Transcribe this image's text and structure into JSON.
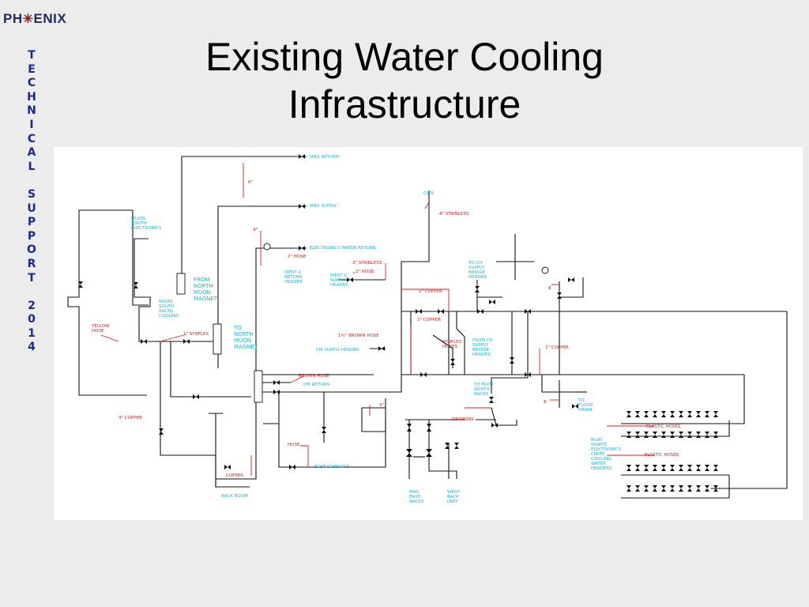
{
  "logo": {
    "left": "PH",
    "right": "ENIX",
    "star": "✳"
  },
  "side_text": [
    "T",
    "E",
    "C",
    "H",
    "N",
    "I",
    "C",
    "A",
    "L",
    " ",
    "S",
    "U",
    "P",
    "P",
    "O",
    "R",
    "T",
    " ",
    "2",
    "0",
    "1",
    "4"
  ],
  "title": {
    "line1": "Existing Water Cooling",
    "line2": "Infrastructure"
  },
  "diagram": {
    "labels_blue": {
      "mag_return": "MAG RETURN",
      "mag_supply": "MAG SUPPLY",
      "electronics_water_return": "ELECTRONICS WATER RETURN",
      "cws": "CWS",
      "muon_south": [
        "MUON",
        "SOUTH",
        "ELECTRONICS"
      ],
      "muon_south_racks": [
        "MUON",
        "SOUTH",
        "RACKS",
        "COOLING"
      ],
      "from_north_muon": [
        "FROM",
        "NORTH",
        "MUON",
        "MAGNET"
      ],
      "to_north_muon": [
        "TO",
        "NORTH",
        "MUON",
        "MAGNET"
      ],
      "west_c_return": [
        "WEST C",
        "RETURN",
        "HEADER"
      ],
      "west_c_supply": [
        "WEST C",
        "SUPPLY",
        "HEADER"
      ],
      "to_ch_supply": [
        "TO CH",
        "SUPPLY",
        "BRIDGE",
        "HEADER"
      ],
      "from_ch_supply": [
        "FROM CH",
        "SUPPLY",
        "BRIDGE",
        "HEADER"
      ],
      "cm_supply_header": "CM SUPPLY HEADER",
      "cm_return": "CM RETURN",
      "to_muid_north": [
        "TO MUID",
        "NORTH",
        "RACKS"
      ],
      "to_floor_drain": [
        "TO",
        "FLOOR",
        "DRAIN"
      ],
      "east_carriage": "EAST CARRIAGE",
      "rack_room": "RACK ROOM",
      "muid_north_text": [
        "MuID",
        "NORTH",
        "ELECTRONICS",
        "CRATE",
        "COOLING",
        "WATER",
        "HEADERS"
      ],
      "magnet_east": [
        "MAG",
        "EAST",
        "RACKS"
      ],
      "west_racks": [
        "WEST",
        "RACK",
        "UNIT"
      ]
    },
    "labels_red": {
      "six_inch": "6\"",
      "four_inch": "4\"",
      "four_stainless": "4\" STAINLESS",
      "three_stainless": "3\" STAINLESS",
      "two_hose": "2\" HOSE",
      "two_hose_b": "2\" HOSE",
      "two_copper": "2\" COPPER",
      "two_copper_b": "2\" COPPER",
      "one_copper": "1\" COPPER",
      "three_copper": "3\" COPPER",
      "yellow_hose": [
        "YELLOW",
        "HOSE"
      ],
      "one_synflex": "1\" SYNFLEX",
      "synflex_hoses": [
        "SYNFLEX",
        "HOSES"
      ],
      "brown_hose": "1½\" BROWN HOSE",
      "brown_hose_b": "BROWN HOSE",
      "hose": "HOSE",
      "copper": "COPPER",
      "draining": "DRAINING",
      "plastic_hoses": "PLASTIC HOSES",
      "plastic_hoses_b": "PLASTIC HOSES",
      "three_inch": "3\"",
      "eight_a": "8",
      "eight_b": "8"
    }
  },
  "colors": {
    "pipe": "#111111",
    "label_blue": "#17b6d8",
    "label_red": "#d6201c",
    "title_side": "#1a2a8a"
  }
}
